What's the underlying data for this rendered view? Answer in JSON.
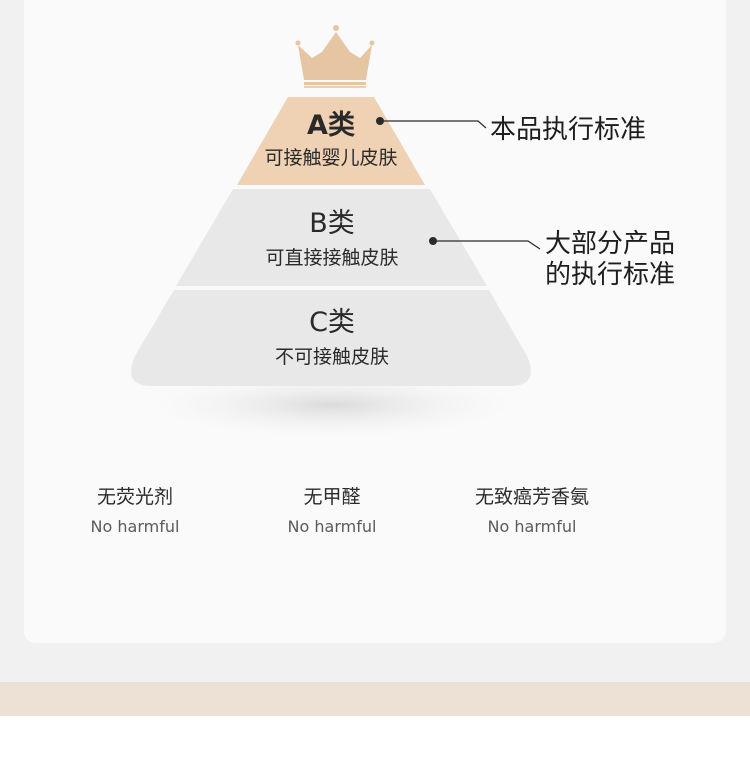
{
  "pyramid": {
    "tiers": [
      {
        "title": "A类",
        "subtitle": "可接触婴儿皮肤",
        "fill": "#eed2b3"
      },
      {
        "title": "B类",
        "subtitle": "可直接接触皮肤",
        "fill": "#e8e8e8"
      },
      {
        "title": "C类",
        "subtitle": "不可接触皮肤",
        "fill": "#e8e8e8"
      }
    ],
    "crown_color": "#e5c4a1"
  },
  "callouts": [
    {
      "lines": [
        "本品执行标准"
      ]
    },
    {
      "lines": [
        "大部分产品",
        "的执行标准"
      ]
    }
  ],
  "features": [
    {
      "title": "无荧光剂",
      "subtitle": "No harmful"
    },
    {
      "title": "无甲醛",
      "subtitle": "No harmful"
    },
    {
      "title": "无致癌芳香氨",
      "subtitle": "No harmful"
    }
  ],
  "colors": {
    "background": "#f1f1f1",
    "card": "#fafafa",
    "accent_beige": "#ede1d6",
    "tier_a": "#eed2b3",
    "tier_bc": "#e8e8e8"
  }
}
